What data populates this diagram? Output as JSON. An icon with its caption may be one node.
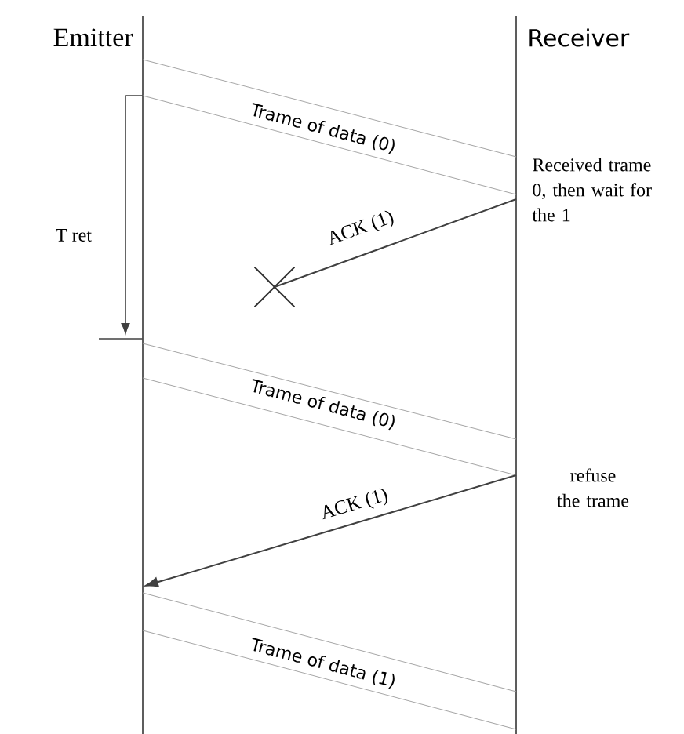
{
  "diagram": {
    "nodes": [
      {
        "text": [
          "Emitter"
        ]
      },
      {
        "text": [
          "Receiver"
        ]
      },
      {
        "text": [],
        "shape": "cross"
      }
    ],
    "edges": [
      {
        "from": 0,
        "to": 1,
        "arrow": "none",
        "label": "Trame of data (0)"
      },
      {
        "from": 1,
        "to": 2,
        "arrow": "none",
        "label": "ACK (1)",
        "color": "#404040"
      },
      {
        "from": 0,
        "to": 1,
        "arrow": "none",
        "label": "Trame of data (0)"
      },
      {
        "from": 1,
        "to": 0,
        "arrow": "to",
        "label": "ACK (1)",
        "color": "#404040"
      },
      {
        "from": 0,
        "to": 1,
        "arrow": "none",
        "label": "Trame of data (1)"
      }
    ],
    "labels": [
      "T ret",
      "Received trame 0, then wait for the 1",
      "refuse the trame"
    ]
  }
}
